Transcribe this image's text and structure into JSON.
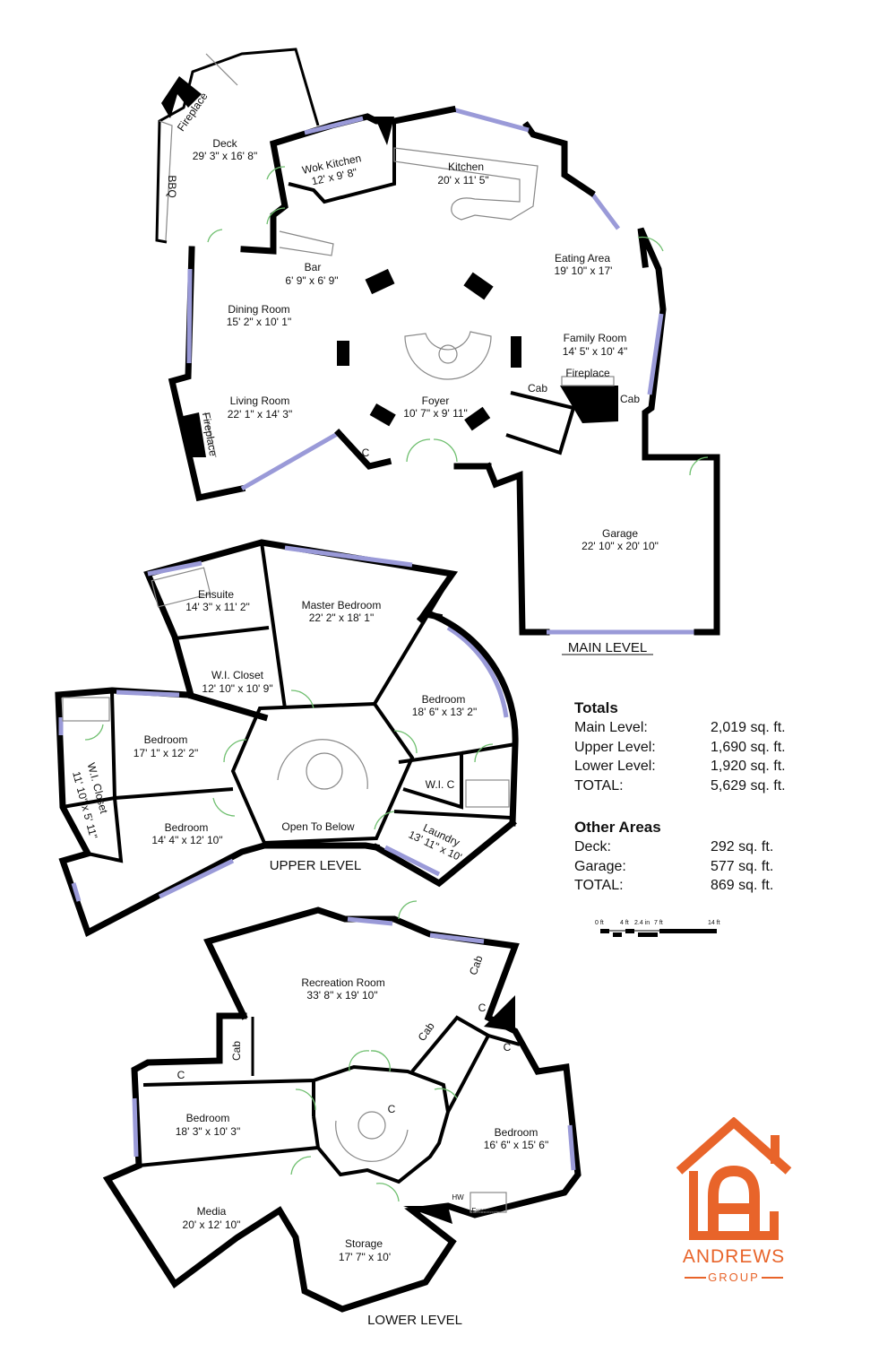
{
  "levels": {
    "main": {
      "title": "MAIN LEVEL",
      "rooms": [
        {
          "name": "Deck",
          "dims": "29' 3\" x 16' 8\""
        },
        {
          "name": "Wok Kitchen",
          "dims": "12' x 9' 8\""
        },
        {
          "name": "Kitchen",
          "dims": "20' x 11' 5\""
        },
        {
          "name": "Bar",
          "dims": "6' 9\" x 6' 9\""
        },
        {
          "name": "Eating Area",
          "dims": "19' 10\" x 17'"
        },
        {
          "name": "Dining Room",
          "dims": "15' 2\" x 10' 1\""
        },
        {
          "name": "Family Room",
          "dims": "14' 5\" x 10' 4\""
        },
        {
          "name": "Living Room",
          "dims": "22' 1\" x 14' 3\""
        },
        {
          "name": "Foyer",
          "dims": "10' 7\" x 9' 11\""
        },
        {
          "name": "Garage",
          "dims": "22' 10\" x 20' 10\""
        }
      ],
      "tags": [
        "Fireplace",
        "BBQ",
        "Fireplace",
        "Fireplace",
        "Cab",
        "Cab",
        "C"
      ]
    },
    "upper": {
      "title": "UPPER LEVEL",
      "rooms": [
        {
          "name": "Ensuite",
          "dims": "14' 3\" x 11' 2\""
        },
        {
          "name": "Master Bedroom",
          "dims": "22' 2\" x 18' 1\""
        },
        {
          "name": "W.I. Closet",
          "dims": "12' 10\" x 10' 9\""
        },
        {
          "name": "Bedroom",
          "dims": "18' 6\" x 13' 2\""
        },
        {
          "name": "Bedroom",
          "dims": "17' 1\" x 12' 2\""
        },
        {
          "name": "W.I. C",
          "dims": ""
        },
        {
          "name": "W.I. Closet",
          "dims": "11' 10\" x 5' 11\""
        },
        {
          "name": "Bedroom",
          "dims": "14' 4\" x 12' 10\""
        },
        {
          "name": "Open To Below",
          "dims": ""
        },
        {
          "name": "Laundry",
          "dims": "13' 11\" x 10'"
        }
      ]
    },
    "lower": {
      "title": "LOWER LEVEL",
      "rooms": [
        {
          "name": "Recreation Room",
          "dims": "33' 8\" x 19' 10\""
        },
        {
          "name": "Bedroom",
          "dims": "18' 3\" x 10' 3\""
        },
        {
          "name": "Bedroom",
          "dims": "16' 6\" x 15' 6\""
        },
        {
          "name": "Media",
          "dims": "20' x 12' 10\""
        },
        {
          "name": "Storage",
          "dims": "17' 7\" x 10'"
        }
      ],
      "tags": [
        "Cab",
        "Cab",
        "Cab",
        "C",
        "C",
        "C",
        "C",
        "HW",
        "Furnace"
      ]
    }
  },
  "totals": {
    "heading": "Totals",
    "rows": [
      {
        "label": "Main Level:",
        "value": "2,019 sq. ft."
      },
      {
        "label": "Upper Level:",
        "value": "1,690 sq. ft."
      },
      {
        "label": "Lower Level:",
        "value": "1,920 sq. ft."
      },
      {
        "label": "TOTAL:",
        "value": "5,629 sq. ft."
      }
    ]
  },
  "other_areas": {
    "heading": "Other Areas",
    "rows": [
      {
        "label": "Deck:",
        "value": "292 sq. ft."
      },
      {
        "label": "Garage:",
        "value": "577 sq. ft."
      },
      {
        "label": "TOTAL:",
        "value": "869 sq. ft."
      }
    ]
  },
  "scale_bar": {
    "labels": [
      "0 ft",
      "4 ft",
      "2.4 in",
      "7 ft",
      "14 ft"
    ]
  },
  "logo": {
    "brand": "ANDREWS",
    "sub": "GROUP",
    "color": "#e8642a"
  },
  "colors": {
    "wall": "#000000",
    "window": "#9a9ad8",
    "door": "#6fbf6f",
    "fixture": "#888888"
  }
}
